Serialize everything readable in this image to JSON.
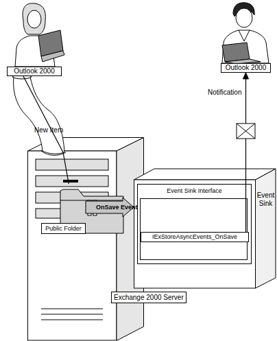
{
  "diagram": {
    "nodes": [
      {
        "text": [
          "Outlook 2000"
        ]
      },
      {
        "text": [
          "Outlook 2000"
        ]
      },
      {
        "text": [
          "Exchange 2000 Server"
        ]
      },
      {
        "text": [
          "Public Folder"
        ],
        "in": 2
      },
      {
        "text": [
          "Event Sink"
        ]
      },
      {
        "text": [
          "Event Sink Interface"
        ],
        "in": 4
      },
      {
        "text": [
          "IExStoreAsyncEvents_OnSave"
        ],
        "in": 5
      }
    ],
    "edges": [
      {
        "from": 0,
        "to": 3,
        "label": "New Item",
        "arrow": "none"
      },
      {
        "from": 3,
        "to": 4,
        "label": "OnSave Event",
        "arrow": "to"
      },
      {
        "from": 6,
        "to": 1,
        "label": "Notification",
        "arrow": "to"
      }
    ]
  }
}
